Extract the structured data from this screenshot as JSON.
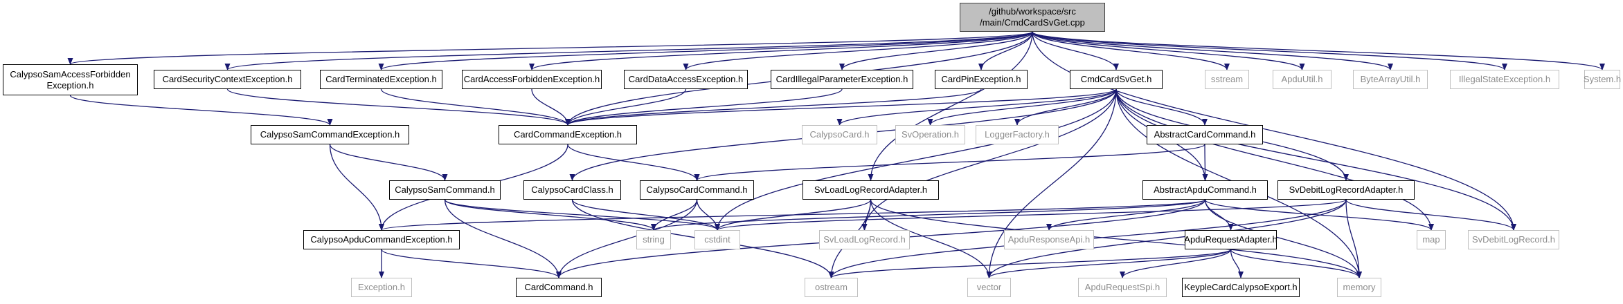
{
  "diagram": {
    "nodes": [
      {
        "id": "root",
        "label": "/github/workspace/src\n/main/CmdCardSvGet.cpp",
        "kind": "root"
      },
      {
        "id": "n_casafe",
        "label": "CalypsoSamAccessForbidden\nException.h",
        "kind": "doc"
      },
      {
        "id": "n_csce",
        "label": "CardSecurityContextException.h",
        "kind": "doc"
      },
      {
        "id": "n_cte",
        "label": "CardTerminatedException.h",
        "kind": "doc"
      },
      {
        "id": "n_cafe",
        "label": "CardAccessForbiddenException.h",
        "kind": "doc"
      },
      {
        "id": "n_cdae",
        "label": "CardDataAccessException.h",
        "kind": "doc"
      },
      {
        "id": "n_cipe",
        "label": "CardIllegalParameterException.h",
        "kind": "doc"
      },
      {
        "id": "n_cpe",
        "label": "CardPinException.h",
        "kind": "doc"
      },
      {
        "id": "n_cmd",
        "label": "CmdCardSvGet.h",
        "kind": "doc"
      },
      {
        "id": "n_sstream",
        "label": "sstream",
        "kind": "ext"
      },
      {
        "id": "n_apduutil",
        "label": "ApduUtil.h",
        "kind": "ext"
      },
      {
        "id": "n_bau",
        "label": "ByteArrayUtil.h",
        "kind": "ext"
      },
      {
        "id": "n_ise",
        "label": "IllegalStateException.h",
        "kind": "ext"
      },
      {
        "id": "n_system",
        "label": "System.h",
        "kind": "ext"
      },
      {
        "id": "n_csamce",
        "label": "CalypsoSamCommandException.h",
        "kind": "doc"
      },
      {
        "id": "n_cce",
        "label": "CardCommandException.h",
        "kind": "doc"
      },
      {
        "id": "n_calypsocard",
        "label": "CalypsoCard.h",
        "kind": "ext"
      },
      {
        "id": "n_svop",
        "label": "SvOperation.h",
        "kind": "ext"
      },
      {
        "id": "n_logger",
        "label": "LoggerFactory.h",
        "kind": "ext"
      },
      {
        "id": "n_acc",
        "label": "AbstractCardCommand.h",
        "kind": "doc"
      },
      {
        "id": "n_csamc",
        "label": "CalypsoSamCommand.h",
        "kind": "doc"
      },
      {
        "id": "n_ccc",
        "label": "CalypsoCardClass.h",
        "kind": "doc"
      },
      {
        "id": "n_ccmd",
        "label": "CalypsoCardCommand.h",
        "kind": "doc"
      },
      {
        "id": "n_svload",
        "label": "SvLoadLogRecordAdapter.h",
        "kind": "doc"
      },
      {
        "id": "n_aac",
        "label": "AbstractApduCommand.h",
        "kind": "doc"
      },
      {
        "id": "n_svdebit",
        "label": "SvDebitLogRecordAdapter.h",
        "kind": "doc"
      },
      {
        "id": "n_cace",
        "label": "CalypsoApduCommandException.h",
        "kind": "doc"
      },
      {
        "id": "n_string",
        "label": "string",
        "kind": "ext"
      },
      {
        "id": "n_cstdint",
        "label": "cstdint",
        "kind": "ext"
      },
      {
        "id": "n_svloadrec",
        "label": "SvLoadLogRecord.h",
        "kind": "ext"
      },
      {
        "id": "n_aresp",
        "label": "ApduResponseApi.h",
        "kind": "ext"
      },
      {
        "id": "n_ara",
        "label": "ApduRequestAdapter.h",
        "kind": "doc"
      },
      {
        "id": "n_map",
        "label": "map",
        "kind": "ext"
      },
      {
        "id": "n_svdebitrec",
        "label": "SvDebitLogRecord.h",
        "kind": "ext"
      },
      {
        "id": "n_exc",
        "label": "Exception.h",
        "kind": "ext"
      },
      {
        "id": "n_cardcmd",
        "label": "CardCommand.h",
        "kind": "doc"
      },
      {
        "id": "n_ostream",
        "label": "ostream",
        "kind": "ext"
      },
      {
        "id": "n_vector",
        "label": "vector",
        "kind": "ext"
      },
      {
        "id": "n_arspi",
        "label": "ApduRequestSpi.h",
        "kind": "ext"
      },
      {
        "id": "n_kcce",
        "label": "KeypleCardCalypsoExport.h",
        "kind": "doc"
      },
      {
        "id": "n_memory",
        "label": "memory",
        "kind": "ext"
      }
    ],
    "edges": [
      [
        "root",
        "n_casafe"
      ],
      [
        "root",
        "n_csce"
      ],
      [
        "root",
        "n_cte"
      ],
      [
        "root",
        "n_cafe"
      ],
      [
        "root",
        "n_cdae"
      ],
      [
        "root",
        "n_cipe"
      ],
      [
        "root",
        "n_cpe"
      ],
      [
        "root",
        "n_cmd"
      ],
      [
        "root",
        "n_sstream"
      ],
      [
        "root",
        "n_apduutil"
      ],
      [
        "root",
        "n_bau"
      ],
      [
        "root",
        "n_ise"
      ],
      [
        "root",
        "n_system"
      ],
      [
        "root",
        "n_svload"
      ],
      [
        "root",
        "n_svdebitrec"
      ],
      [
        "root",
        "n_cce"
      ],
      [
        "n_casafe",
        "n_csamce"
      ],
      [
        "n_csce",
        "n_cce"
      ],
      [
        "n_cte",
        "n_cce"
      ],
      [
        "n_cafe",
        "n_cce"
      ],
      [
        "n_cdae",
        "n_cce"
      ],
      [
        "n_cipe",
        "n_cce"
      ],
      [
        "n_cpe",
        "n_cce"
      ],
      [
        "n_csamce",
        "n_csamc"
      ],
      [
        "n_csamce",
        "n_cace"
      ],
      [
        "n_cce",
        "n_ccmd"
      ],
      [
        "n_cce",
        "n_cace"
      ],
      [
        "n_cmd",
        "n_cce"
      ],
      [
        "n_cmd",
        "n_calypsocard"
      ],
      [
        "n_cmd",
        "n_svop"
      ],
      [
        "n_cmd",
        "n_logger"
      ],
      [
        "n_cmd",
        "n_acc"
      ],
      [
        "n_cmd",
        "n_aac"
      ],
      [
        "n_cmd",
        "n_svdebit"
      ],
      [
        "n_cmd",
        "n_ccc"
      ],
      [
        "n_cmd",
        "n_cstdint"
      ],
      [
        "n_cmd",
        "n_svloadrec"
      ],
      [
        "n_cmd",
        "n_vector"
      ],
      [
        "n_cmd",
        "n_map"
      ],
      [
        "n_cmd",
        "n_memory"
      ],
      [
        "n_cmd",
        "n_svdebitrec"
      ],
      [
        "n_acc",
        "n_ccmd"
      ],
      [
        "n_acc",
        "n_aac"
      ],
      [
        "n_csamc",
        "n_cardcmd"
      ],
      [
        "n_csamc",
        "n_string"
      ],
      [
        "n_csamc",
        "n_cstdint"
      ],
      [
        "n_ccc",
        "n_cstdint"
      ],
      [
        "n_ccc",
        "n_ostream"
      ],
      [
        "n_ccmd",
        "n_cardcmd"
      ],
      [
        "n_ccmd",
        "n_string"
      ],
      [
        "n_ccmd",
        "n_cstdint"
      ],
      [
        "n_svload",
        "n_svloadrec"
      ],
      [
        "n_svload",
        "n_cstdint"
      ],
      [
        "n_svload",
        "n_ostream"
      ],
      [
        "n_svload",
        "n_vector"
      ],
      [
        "n_svload",
        "n_memory"
      ],
      [
        "n_aac",
        "n_cace"
      ],
      [
        "n_aac",
        "n_cardcmd"
      ],
      [
        "n_aac",
        "n_aresp"
      ],
      [
        "n_aac",
        "n_ara"
      ],
      [
        "n_aac",
        "n_string"
      ],
      [
        "n_aac",
        "n_map"
      ],
      [
        "n_aac",
        "n_memory"
      ],
      [
        "n_svdebit",
        "n_svdebitrec"
      ],
      [
        "n_svdebit",
        "n_cstdint"
      ],
      [
        "n_svdebit",
        "n_ostream"
      ],
      [
        "n_svdebit",
        "n_vector"
      ],
      [
        "n_svdebit",
        "n_memory"
      ],
      [
        "n_cace",
        "n_exc"
      ],
      [
        "n_cace",
        "n_cardcmd"
      ],
      [
        "n_ara",
        "n_kcce"
      ],
      [
        "n_ara",
        "n_arspi"
      ],
      [
        "n_ara",
        "n_ostream"
      ],
      [
        "n_ara",
        "n_vector"
      ],
      [
        "n_ara",
        "n_memory"
      ]
    ],
    "colors": {
      "edge": "#191970",
      "node_border": "#000000",
      "ext_border": "#bfbfbf",
      "ext_text": "#8c8c8c",
      "root_fill": "#bfbfbf"
    }
  }
}
